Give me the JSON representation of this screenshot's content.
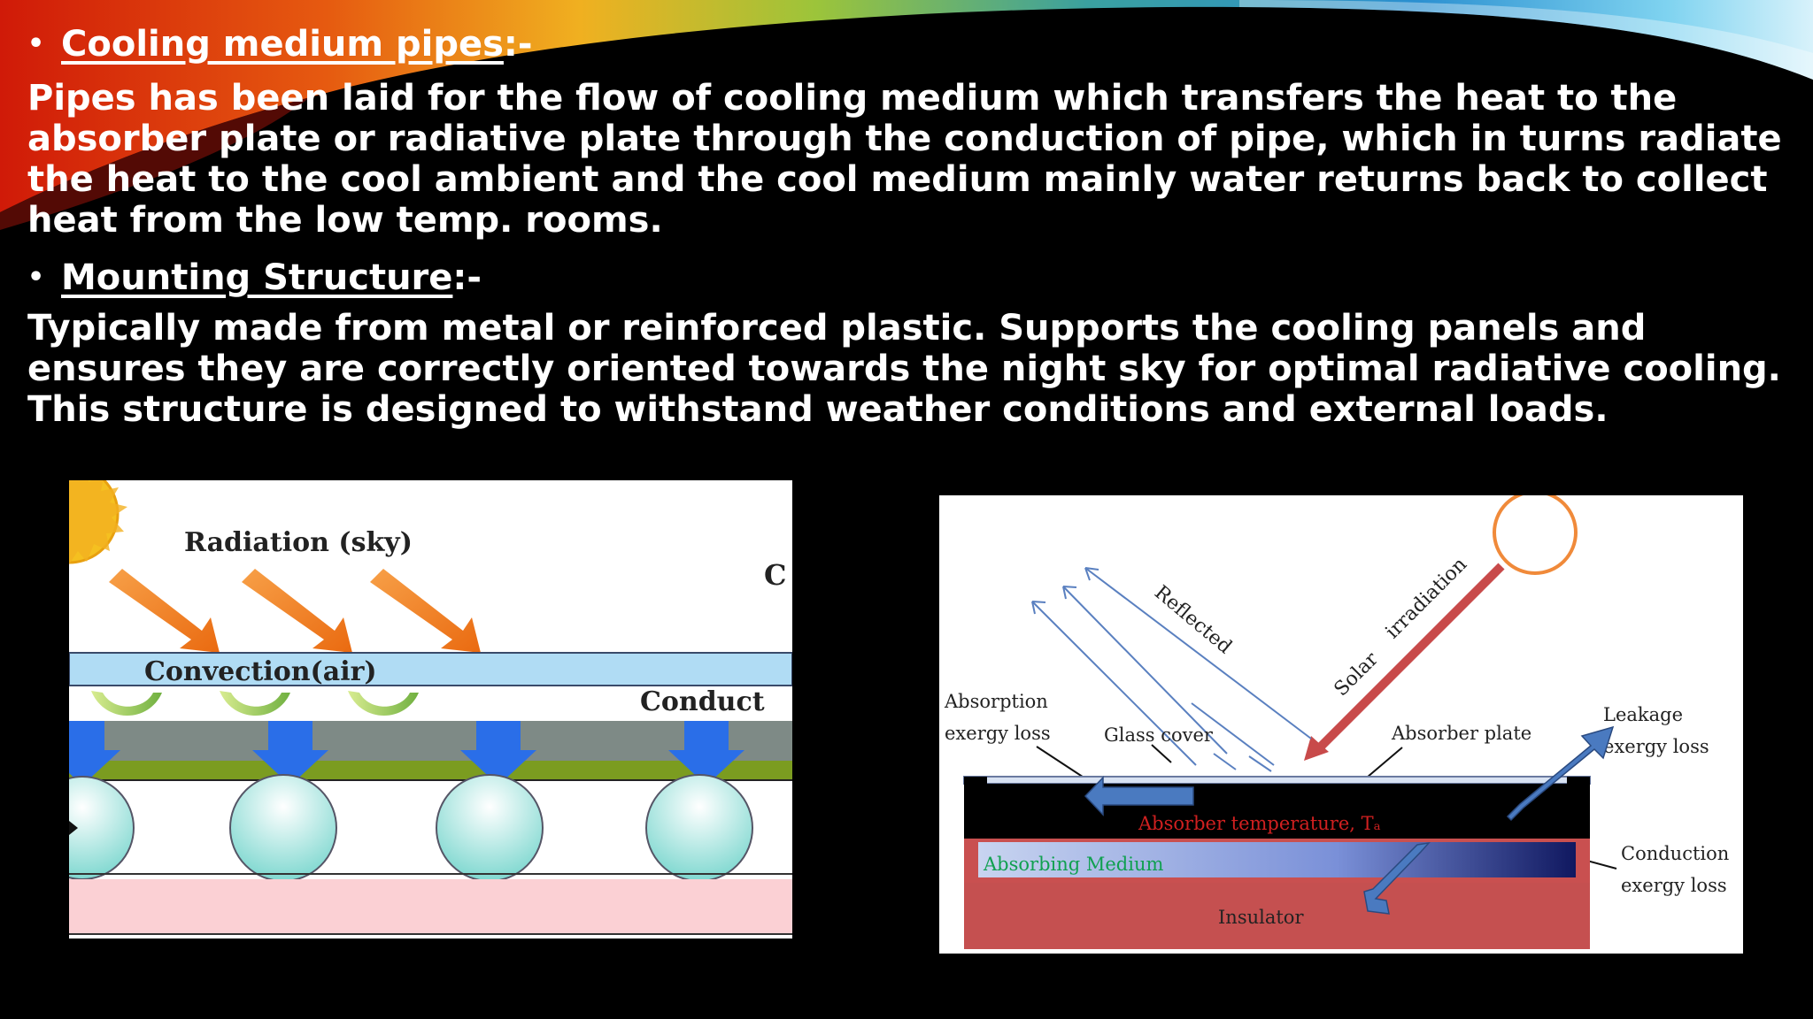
{
  "slide": {
    "bullet1": {
      "title": "Cooling medium pipes",
      "suffix": ":-"
    },
    "paragraph1": "Pipes has been laid for the flow of cooling medium which transfers the heat to the absorber plate or radiative plate through the conduction of pipe, which in turns radiate the heat to the cool ambient and the cool medium mainly water returns back to collect heat from the low temp. rooms.",
    "bullet2": {
      "title": "Mounting Structure",
      "suffix": ":-"
    },
    "paragraph2": "Typically made from metal or reinforced plastic. Supports the cooling panels and ensures they are correctly oriented towards the night sky for optimal radiative cooling. This structure is designed to withstand weather conditions and external loads."
  },
  "figure_left": {
    "radiation_label": "Radiation (sky)",
    "convection_label": "Convection(air)",
    "conduction_label": "Conduct",
    "cut_letter": "C"
  },
  "figure_right": {
    "reflected": "Reflected",
    "solar": "Solar",
    "irradiation": "irradiation",
    "absorption": "Absorption",
    "absorption_loss": "exergy loss",
    "glass_cover": "Glass cover",
    "absorber_plate": "Absorber plate",
    "leakage": "Leakage",
    "leakage_loss": "exergy loss",
    "absorber_temp": "Absorber temperature, Tₐ",
    "absorbing_medium": "Absorbing Medium",
    "conduction": "Conduction",
    "conduction_loss": "exergy loss",
    "insulator": "Insulator"
  }
}
